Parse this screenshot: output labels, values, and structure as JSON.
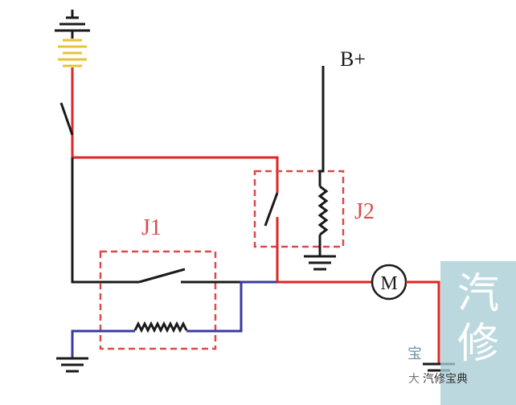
{
  "labels": {
    "b_plus": "B+",
    "j1": "J1",
    "j2": "J2",
    "motor": "M"
  },
  "watermark": {
    "char_1": "汽",
    "char_2": "修",
    "side_char": "宝",
    "line_prefix": "大",
    "line_text": "汽修宝典"
  },
  "colors": {
    "black_wire": "#1a1a1a",
    "red_wire": "#e02626",
    "blue_wire": "#3a3aa0",
    "battery_cell": "#e8c23a",
    "relay_box": "#d94a4a",
    "watermark_bg": "#a9cdd6"
  }
}
